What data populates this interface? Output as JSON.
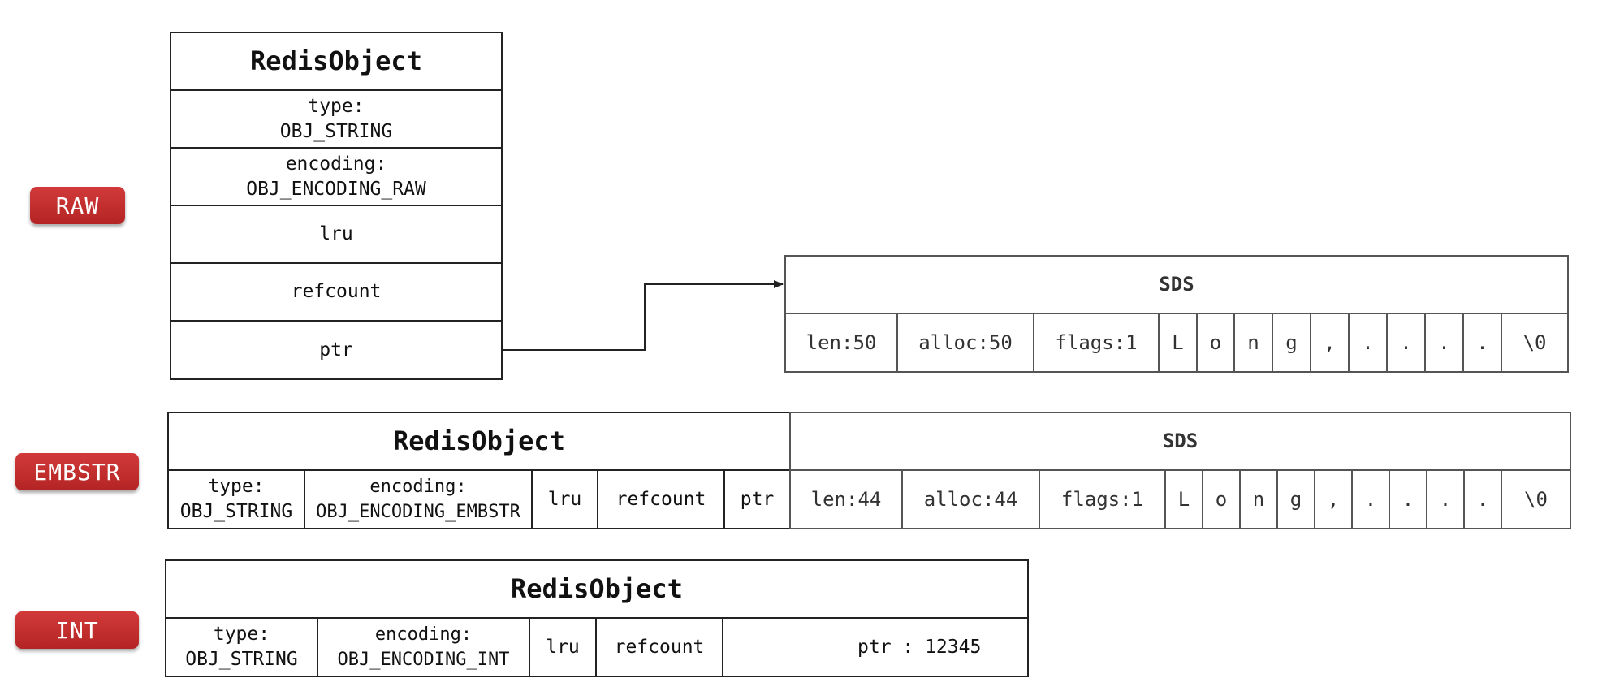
{
  "badges": {
    "raw": "RAW",
    "embstr": "EMBSTR",
    "int": "INT"
  },
  "raw": {
    "object_title": "RedisObject",
    "fields": [
      "type:\nOBJ_STRING",
      "encoding:\nOBJ_ENCODING_RAW",
      "lru",
      "refcount",
      "ptr"
    ],
    "sds_title": "SDS",
    "sds_cells": [
      "len:50",
      "alloc:50",
      "flags:1",
      "L",
      "o",
      "n",
      "g",
      ",",
      ".",
      ".",
      ".",
      ".",
      "\\0"
    ]
  },
  "embstr": {
    "object_title": "RedisObject",
    "fields": [
      "type:\nOBJ_STRING",
      "encoding:\nOBJ_ENCODING_EMBSTR",
      "lru",
      "refcount",
      "ptr"
    ],
    "sds_title": "SDS",
    "sds_cells": [
      "len:44",
      "alloc:44",
      "flags:1",
      "L",
      "o",
      "n",
      "g",
      ",",
      ".",
      ".",
      ".",
      ".",
      "\\0"
    ]
  },
  "int": {
    "object_title": "RedisObject",
    "fields": [
      "type:\nOBJ_STRING",
      "encoding:\nOBJ_ENCODING_INT",
      "lru",
      "refcount",
      "ptr : 12345"
    ]
  }
}
